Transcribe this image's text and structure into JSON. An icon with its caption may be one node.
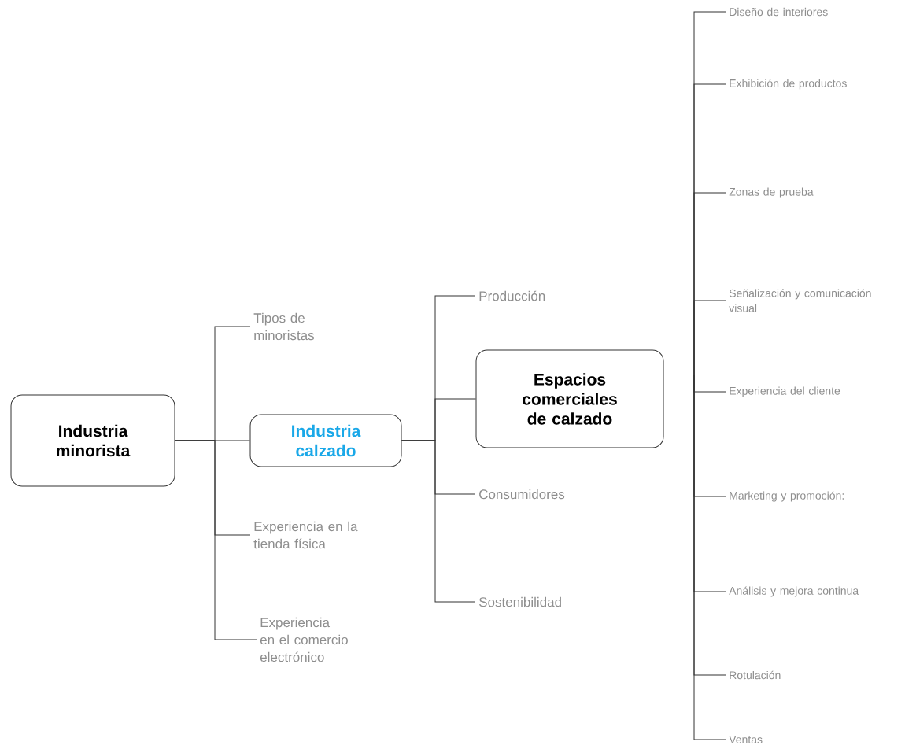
{
  "diagram": {
    "nodes": [
      {
        "text": [
          "Industria minorista"
        ]
      },
      {
        "text": [
          "Tipos de minoristas"
        ]
      },
      {
        "text": [
          "Industria calzado"
        ]
      },
      {
        "text": [
          "Experiencia en la tienda física"
        ]
      },
      {
        "text": [
          "Experiencia en el comercio electrónico"
        ]
      },
      {
        "text": [
          "Producción"
        ]
      },
      {
        "text": [
          "Espacios comerciales de calzado"
        ]
      },
      {
        "text": [
          "Consumidores"
        ]
      },
      {
        "text": [
          "Sostenibilidad"
        ]
      },
      {
        "text": [
          "Diseño de interiores"
        ]
      },
      {
        "text": [
          "Exhibición de productos"
        ]
      },
      {
        "text": [
          "Zonas de prueba"
        ]
      },
      {
        "text": [
          "Señalización y comunicación visual"
        ]
      },
      {
        "text": [
          "Experiencia del cliente"
        ]
      },
      {
        "text": [
          "Marketing y promoción:"
        ]
      },
      {
        "text": [
          "Análisis y mejora continua"
        ]
      },
      {
        "text": [
          "Rotulación"
        ]
      },
      {
        "text": [
          "Ventas"
        ]
      }
    ],
    "edges": [
      {
        "from": 0,
        "to": 1,
        "arrow": "none"
      },
      {
        "from": 0,
        "to": 2,
        "arrow": "none"
      },
      {
        "from": 0,
        "to": 3,
        "arrow": "none"
      },
      {
        "from": 0,
        "to": 4,
        "arrow": "none"
      },
      {
        "from": 2,
        "to": 5,
        "arrow": "none"
      },
      {
        "from": 2,
        "to": 6,
        "arrow": "none"
      },
      {
        "from": 2,
        "to": 7,
        "arrow": "none"
      },
      {
        "from": 2,
        "to": 8,
        "arrow": "none"
      },
      {
        "from": null,
        "to": 9,
        "arrow": "none"
      },
      {
        "from": null,
        "to": 10,
        "arrow": "none"
      },
      {
        "from": null,
        "to": 11,
        "arrow": "none"
      },
      {
        "from": null,
        "to": 12,
        "arrow": "none"
      },
      {
        "from": null,
        "to": 13,
        "arrow": "none"
      },
      {
        "from": null,
        "to": 14,
        "arrow": "none"
      },
      {
        "from": null,
        "to": 15,
        "arrow": "none"
      },
      {
        "from": null,
        "to": 16,
        "arrow": "none"
      },
      {
        "from": null,
        "to": 17,
        "arrow": "none"
      }
    ]
  }
}
